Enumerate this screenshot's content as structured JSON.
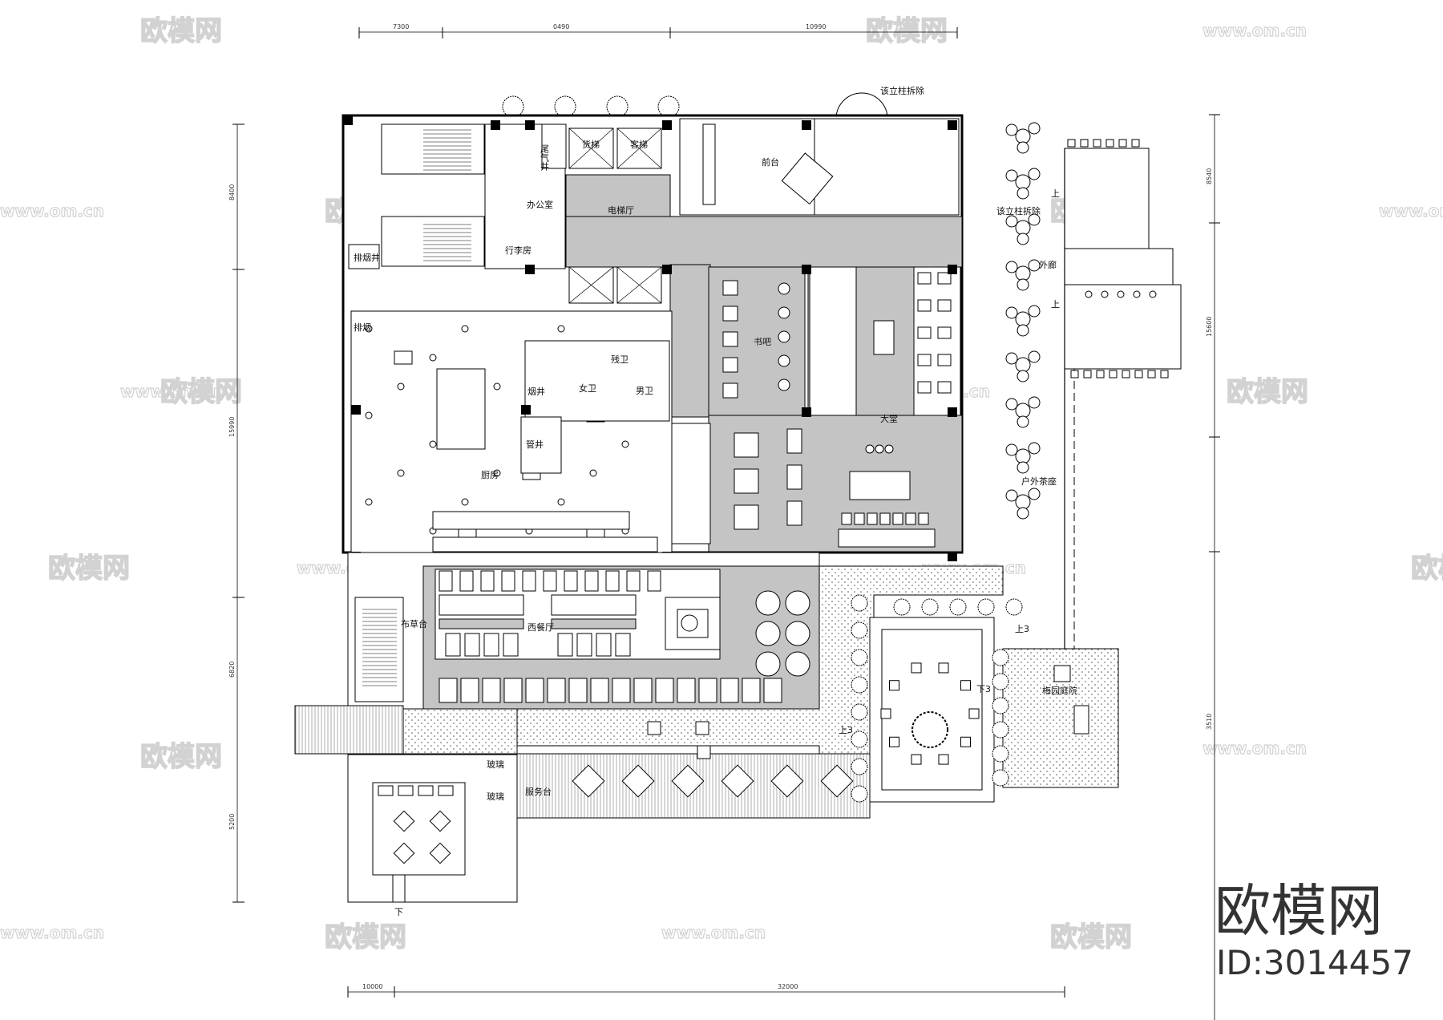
{
  "watermark": {
    "logo_text": "欧模网",
    "url_text": "www.om.cn"
  },
  "brand": {
    "logo_text": "欧模网",
    "id_text": "ID:3014457"
  },
  "dimensions": {
    "top": [
      "7300",
      "0490",
      "10990"
    ],
    "left": [
      "8400",
      "15990",
      "6820",
      "5200"
    ],
    "right": [
      "8540",
      "15600",
      "3510"
    ],
    "bottom": [
      "10000",
      "32000"
    ]
  },
  "rooms": {
    "front_desk": "前台",
    "elevator_hall": "电梯厅",
    "office": "办公室",
    "luggage_room": "行李房",
    "smoke_shaft": "排烟井",
    "smoke_shaft_2": "排烟",
    "freight_elevator": "货梯",
    "guest_elevator": "客梯",
    "exhaust_shaft": "尾气井",
    "column_removed": "该立柱拆除",
    "column_removed_2": "该立柱拆除",
    "book_bar": "书吧",
    "lobby": "大堂",
    "kitchen": "厨房",
    "accessible_wc": "残卫",
    "female_wc": "女卫",
    "male_wc": "男卫",
    "pipe_shaft": "管井",
    "flue_shaft": "烟井",
    "western_restaurant": "西餐厅",
    "linen_station": "布草台",
    "outer_corridor": "外廊",
    "outdoor_tea": "户外茶座",
    "plum_courtyard": "梅园庭院",
    "down3": "下3",
    "up3_a": "上3",
    "up3_b": "上3",
    "glass_a": "玻璃",
    "glass_b": "玻璃",
    "service_desk": "服务台",
    "down": "下",
    "up_a": "上",
    "up_b": "上"
  },
  "colors": {
    "floor_fill": "#c4c4c4",
    "line": "#000000",
    "watermark": "#d2d2d2"
  }
}
